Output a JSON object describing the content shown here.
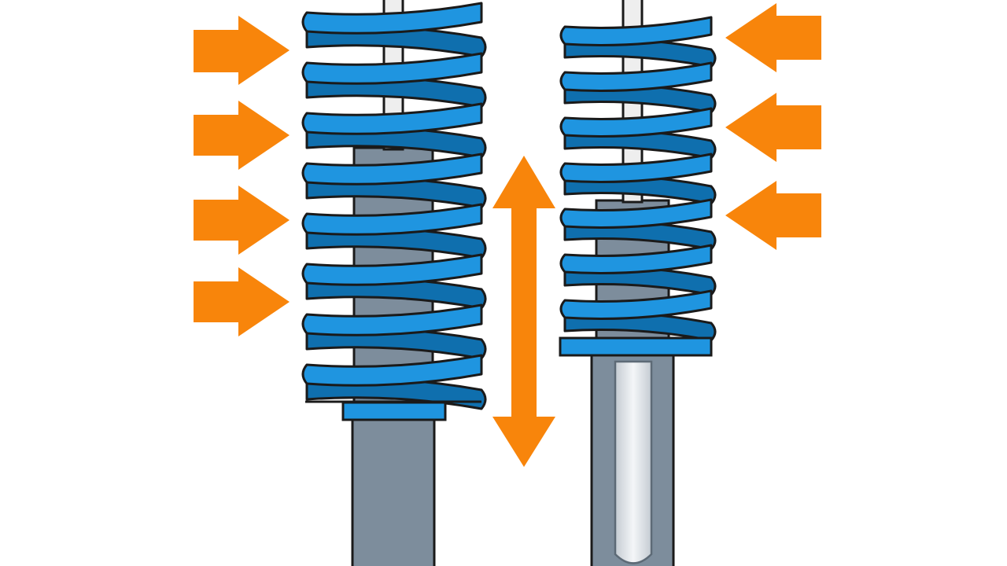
{
  "diagram": {
    "left_shock": {
      "coil_turns": 8,
      "inward_arrows": 4,
      "ride_height_arrow": "bidirectional"
    },
    "right_shock": {
      "coil_turns": 7,
      "inward_arrows": 3,
      "has_inner_tube": true
    }
  },
  "colors": {
    "background": "#ffffff",
    "coil_blue": "#1f95e0",
    "coil_blue_dark": "#0f6fae",
    "outline": "#1a1a1a",
    "body_gray": "#7d8d9c",
    "rod_white": "#eeeeee",
    "arrow_orange": "#f8850b",
    "tube_light": "#dfe3e7"
  },
  "icons": {
    "force_arrow_right": "arrow-right-icon",
    "force_arrow_left": "arrow-left-icon",
    "adjust_arrow": "double-vertical-arrow-icon"
  }
}
